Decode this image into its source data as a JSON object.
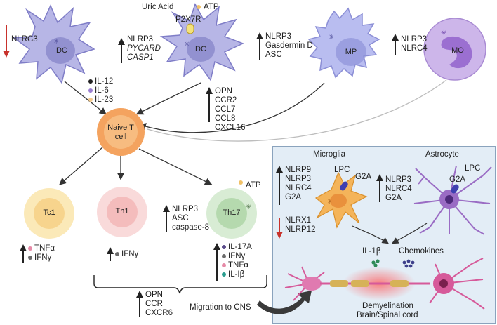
{
  "colors": {
    "dc_fill": "#b7b6e6",
    "dc_stroke": "#7f7dc7",
    "dc_nucleus": "#8684c8",
    "mp_fill": "#b9bdf0",
    "mo_fill": "#c9b4e8",
    "mo_nucleus": "#9b6fd1",
    "naive_outer": "#f4a35f",
    "naive_inner": "#f7bc80",
    "tc1_outer": "#fbe9b8",
    "tc1_inner": "#f7d48d",
    "th1_outer": "#f9dada",
    "th1_inner": "#f4bcbc",
    "th17_outer": "#d8ecd4",
    "th17_inner": "#b5d9ae",
    "up_arrow": "#222222",
    "down_arrow": "#c8322c",
    "cns_bg": "#e3edf6",
    "microglia": "#f4b45a",
    "astrocyte": "#9a6cc4",
    "neuron": "#d65a9a",
    "myelin": "#d6b258"
  },
  "cells": {
    "dc1": "DC",
    "dc2": "DC",
    "mp": "MP",
    "mo": "MO",
    "naive_t": "Naive T cell",
    "tc1": "Tc1",
    "th1": "Th1",
    "th17": "Th17"
  },
  "labels": {
    "uric_acid": "Uric Acid",
    "atp_top": "ATP",
    "p2x7r": "P2X7R",
    "nlrc3": "NLRC3",
    "dc_genes": [
      "NLRP3",
      "PYCARD",
      "CASP1"
    ],
    "cytokines_dc": [
      {
        "name": "IL-12",
        "color": "#222222"
      },
      {
        "name": "IL-6",
        "color": "#9b7fd1"
      },
      {
        "name": "IL-23",
        "color": "#f3c98b"
      }
    ],
    "chemokines_dc": [
      "OPN",
      "CCR2",
      "CCL7",
      "CCL8",
      "CXCL16"
    ],
    "mp_genes": [
      "NLRP3",
      "Gasdermin D",
      "ASC"
    ],
    "mo_genes": [
      "NLRP3",
      "NLRC4"
    ],
    "atp_th17": "ATP",
    "th17_genes": [
      "NLRP3",
      "ASC",
      "caspase-8"
    ],
    "tc1_out": [
      {
        "name": "TNFα",
        "color": "#e68aa7"
      },
      {
        "name": "IFNγ",
        "color": "#6b6b6b"
      }
    ],
    "th1_out": [
      {
        "name": "IFNγ",
        "color": "#6b6b6b"
      }
    ],
    "th17_out": [
      {
        "name": "IL-17A",
        "color": "#5a4b8a"
      },
      {
        "name": "IFNγ",
        "color": "#6b6b6b"
      },
      {
        "name": "TNFα",
        "color": "#e68aa7"
      },
      {
        "name": "IL-Iβ",
        "color": "#2a9d8f"
      }
    ],
    "migration_genes": [
      "OPN",
      "CCR",
      "CXCR6"
    ],
    "migration": "Migration to CNS"
  },
  "cns": {
    "microglia": "Microglia",
    "astrocyte": "Astrocyte",
    "lpc1": "LPC",
    "g2a1": "G2A",
    "lpc2": "LPC",
    "g2a2": "G2A",
    "microglia_up": [
      "NLRP9",
      "NLRP3",
      "NLRC4",
      "G2A"
    ],
    "microglia_down": [
      "NLRX1",
      "NLRP12"
    ],
    "astrocyte_up": [
      "NLRP3",
      "NLRC4",
      "G2A"
    ],
    "il1b": "IL-1β",
    "chemokines": "Chemokines",
    "demyelination": "Demyelination",
    "location": "Brain/Spinal cord"
  }
}
